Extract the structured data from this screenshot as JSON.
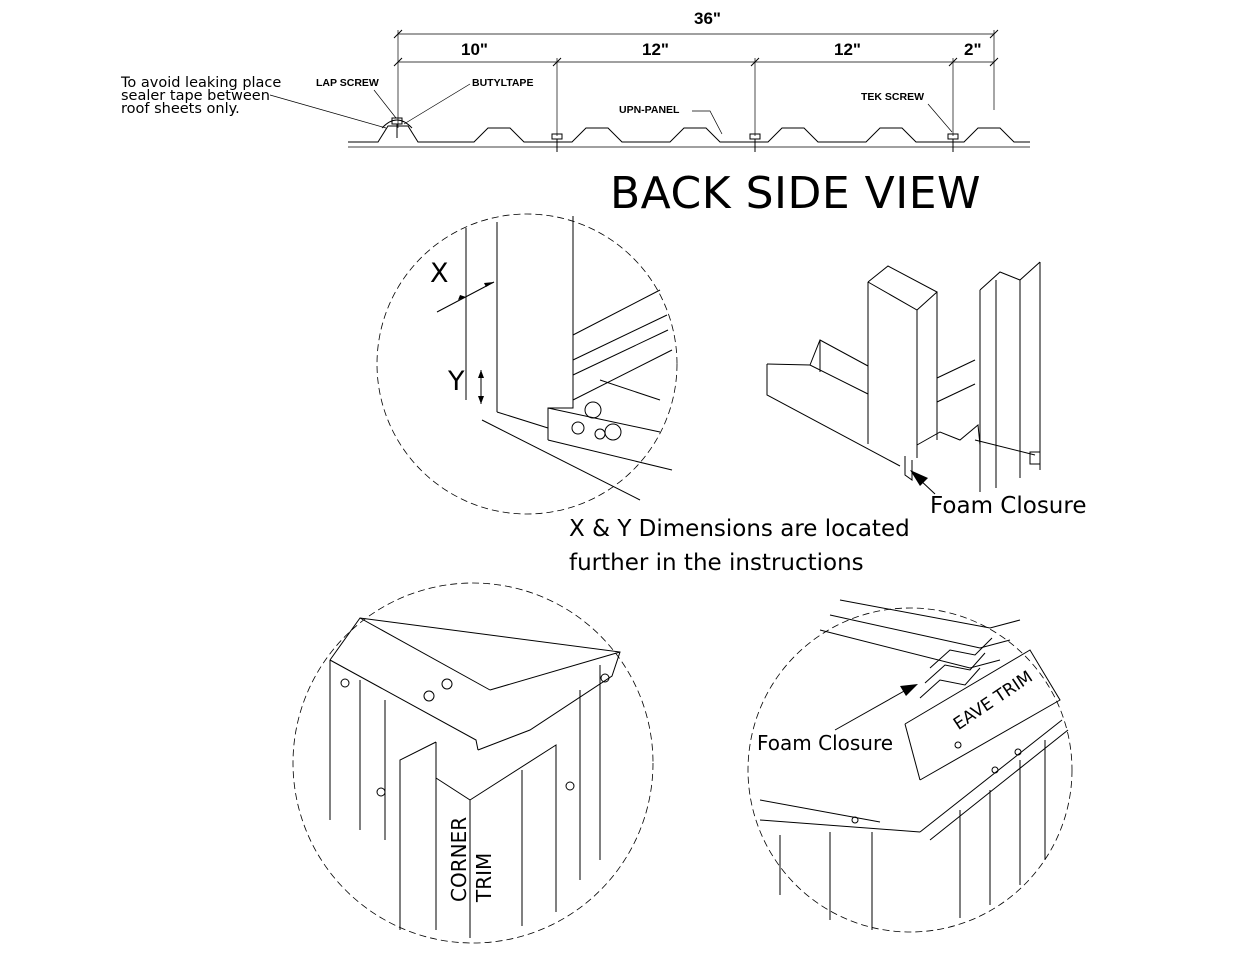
{
  "dimensions": {
    "total": "36\"",
    "segments": [
      "10\"",
      "12\"",
      "12\"",
      "2\""
    ]
  },
  "callouts": {
    "lap_screw": "LAP SCREW",
    "butyl_tape": "BUTYLTAPE",
    "upn_panel": "UPN-PANEL",
    "tek_screw": "TEK SCREW",
    "sealer_note": "To avoid leaking place\nsealer tape between\nroof sheets only."
  },
  "title": "BACK SIDE VIEW",
  "detail_xy": {
    "x_label": "X",
    "y_label": "Y"
  },
  "detail_closure": {
    "foam_closure": "Foam Closure"
  },
  "xy_note": {
    "line1": "X & Y Dimensions are located",
    "line2": "further in the instructions"
  },
  "detail_corner": {
    "corner_trim_line1": "CORNER",
    "corner_trim_line2": "TRIM"
  },
  "detail_eave": {
    "foam_closure": "Foam Closure",
    "eave_trim": "EAVE TRIM"
  }
}
